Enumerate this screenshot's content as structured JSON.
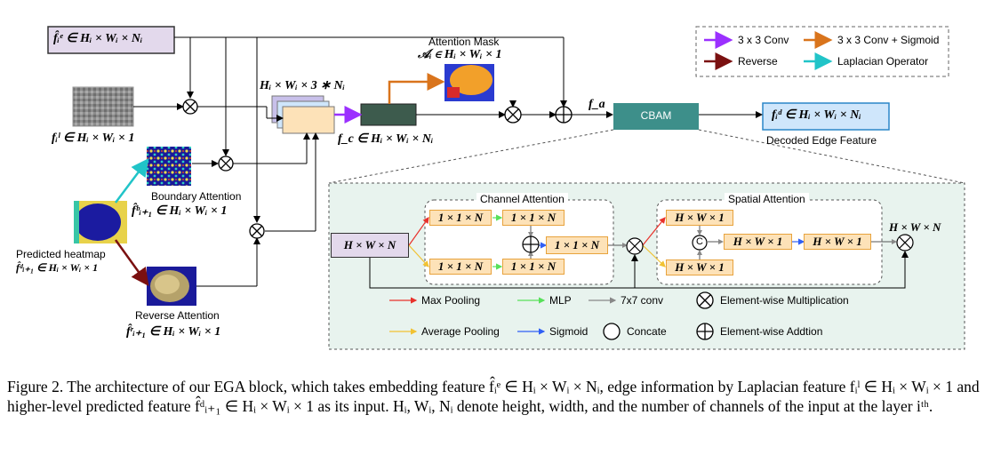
{
  "inputs": {
    "fe_label": "f̂ᵢᵉ ∈ Hᵢ × Wᵢ × Nᵢ",
    "fl_label": "fᵢˡ ∈ Hᵢ × Wᵢ × 1",
    "fc_label": "f_c ∈ Hᵢ × Wᵢ × Nᵢ",
    "stack_label": "Hᵢ × Wᵢ × 3 ∗ Nᵢ",
    "fa_label": "f_a"
  },
  "attention_mask": {
    "title": "Attention Mask",
    "formula": "𝒜ᵢ ∈ Hᵢ × Wᵢ × 1"
  },
  "boundary": {
    "title": "Boundary Attention",
    "formula": "f̂ᵇᵢ₊₁ ∈ Hᵢ × Wᵢ × 1"
  },
  "predicted": {
    "title": "Predicted heatmap",
    "formula": "f̂ᵈᵢ₊₁ ∈ Hᵢ × Wᵢ × 1"
  },
  "reverse": {
    "title": "Reverse Attention",
    "formula": "f̂ʳᵢ₊₁ ∈ Hᵢ × Wᵢ × 1"
  },
  "cbam": {
    "label": "CBAM"
  },
  "decoded": {
    "formula": "fᵢᵈ ∈ Hᵢ × Wᵢ × Nᵢ",
    "title": "Decoded Edge Feature"
  },
  "legend_top": {
    "conv": "3 x 3 Conv",
    "conv_sigmoid": "3 x 3 Conv + Sigmoid",
    "reverse": "Reverse",
    "laplacian": "Laplacian Operator"
  },
  "cbam_detail": {
    "input": "H × W × N",
    "output": "H × W × N",
    "channel_title": "Channel Attention",
    "spatial_title": "Spatial Attention",
    "c_box": "1 × 1 × N",
    "s_box": "H × W × 1",
    "concat_symbol": "C"
  },
  "legend_bottom": {
    "max_pooling": "Max Pooling",
    "mlp": "MLP",
    "conv7": "7x7 conv",
    "mult": "Element-wise Multiplication",
    "avg_pooling": "Average Pooling",
    "sigmoid": "Sigmoid",
    "concate": "Concate",
    "add": "Element-wise Addtion"
  },
  "colors": {
    "conv": "#9b30ff",
    "conv_sigmoid": "#d9741c",
    "reverse": "#7a1010",
    "laplacian": "#21c4c8",
    "max_pool": "#e8312b",
    "mlp": "#57e05a",
    "conv7": "#888888",
    "avg_pool": "#f1c232",
    "sigmoid": "#2f5ff5",
    "cbam": "#3d8f8a",
    "panel_bg": "#e8f3ee"
  },
  "caption": {
    "text": "Figure 2. The architecture of our EGA block, which takes embedding feature f̂ᵢᵉ ∈ Hᵢ × Wᵢ × Nᵢ, edge information by Laplacian feature fᵢˡ ∈ Hᵢ × Wᵢ × 1 and higher-level predicted feature f̂ᵈᵢ₊₁ ∈ Hᵢ × Wᵢ × 1 as its input. Hᵢ, Wᵢ, Nᵢ denote height, width, and the number of channels of the input at the layer iᵗʰ."
  }
}
